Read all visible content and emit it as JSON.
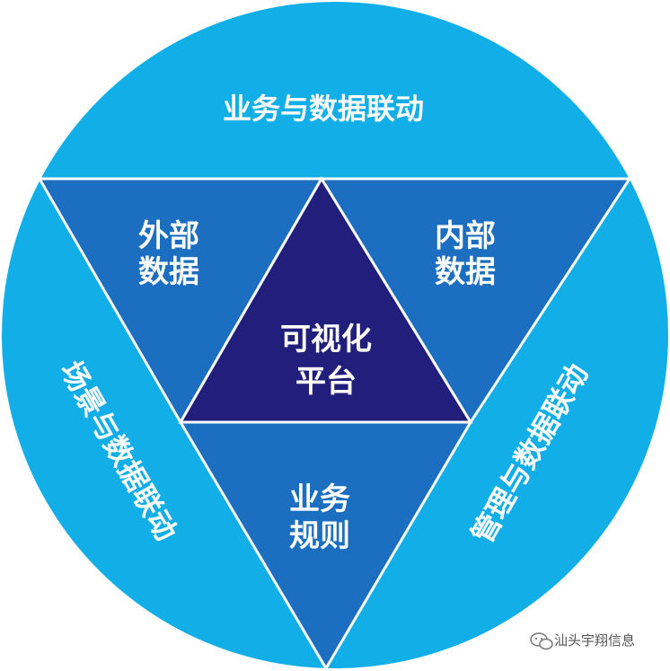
{
  "ring": {
    "top": "业务与数据联动",
    "left": "场景与数据联动",
    "right": "管理与数据联动"
  },
  "triangles": {
    "external": [
      "外部",
      "数据"
    ],
    "internal": [
      "内部",
      "数据"
    ],
    "center": [
      "可视化",
      "平台"
    ],
    "bottom": [
      "业务",
      "规则"
    ]
  },
  "watermark": {
    "text": "汕头宇翔信息",
    "icon": "wechat-icon"
  },
  "colors": {
    "circle": "#12aee8",
    "outer_triangles": "#1c6fc0",
    "center_triangle": "#221f7c",
    "text": "#ffffff"
  }
}
